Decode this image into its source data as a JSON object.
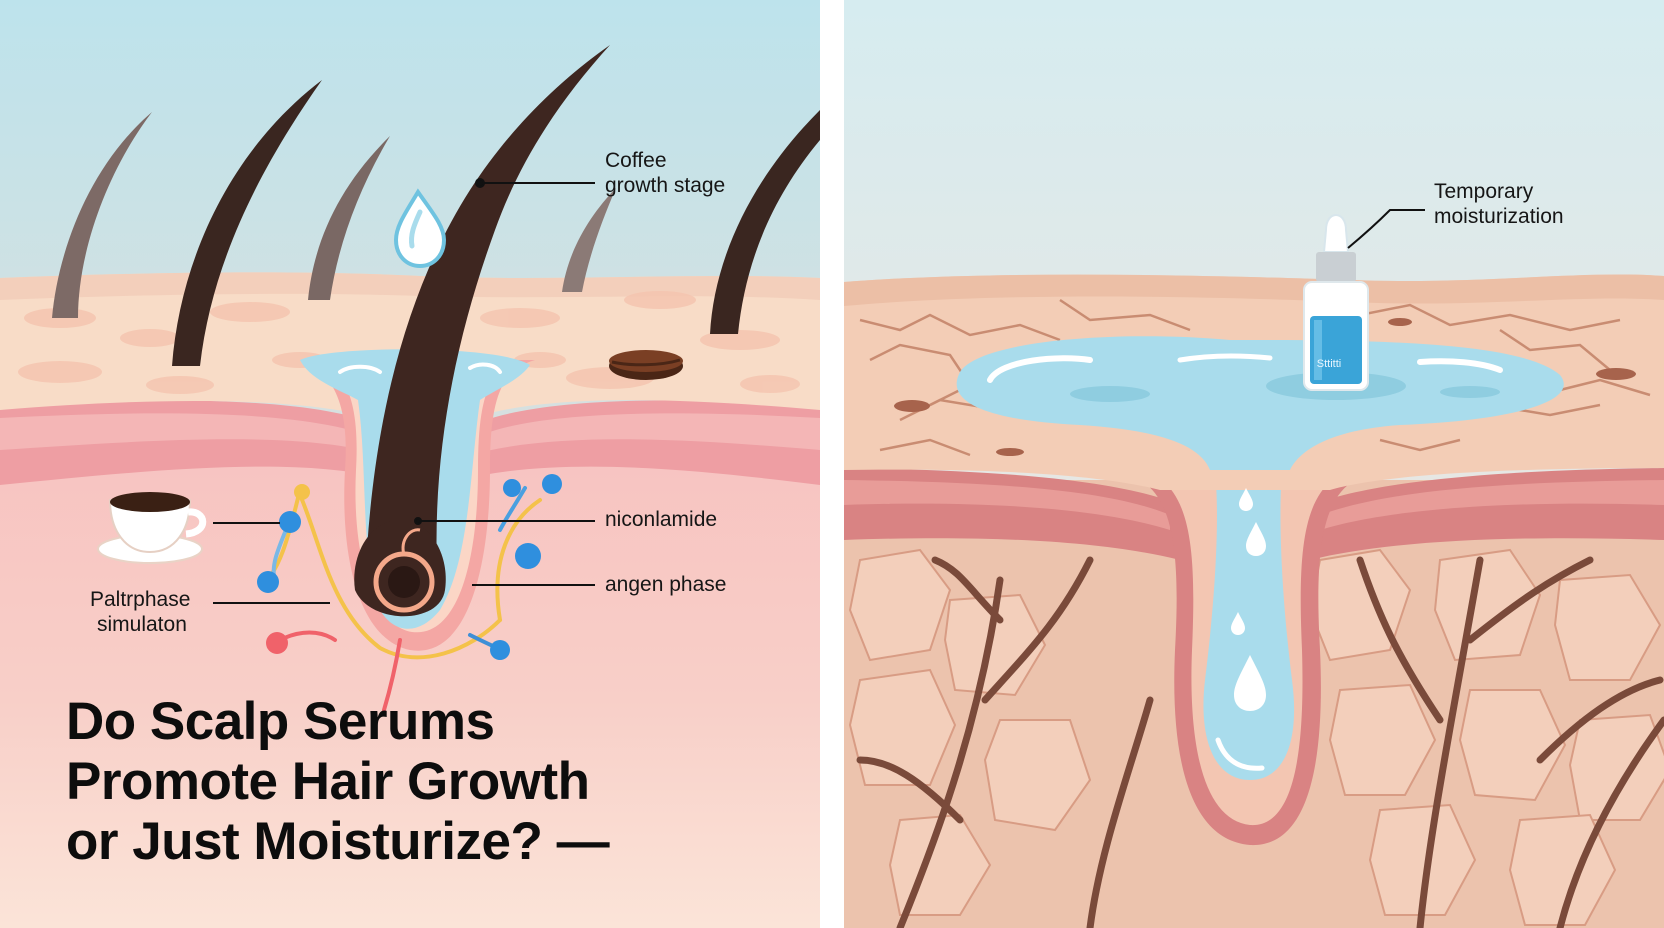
{
  "colors": {
    "sky_top": "#bfe3ec",
    "sky_bottom": "#f4dcd0",
    "skin_surface": "#f6d9c4",
    "dermis_pink": "#f2aeb0",
    "hair": "#3e2620",
    "serum_blue": "#a9dceb",
    "cracked_skin": "#e8b9a0",
    "blood_vessel": "#7a4a3a"
  },
  "icons": {
    "coffee_cup": "coffee-cup-icon",
    "coffee_bean": "coffee-bean-icon",
    "water_drop": "water-drop-icon",
    "serum_bottle": "serum-bottle-icon"
  },
  "left_panel": {
    "labels": {
      "coffee": "Coffee",
      "growth_stage": "growth stage",
      "niacinamide": "niconlamide",
      "anagen": "angen phase",
      "stim_line1": "Paltrphase",
      "stim_line2": "simulaton"
    },
    "headline": {
      "line1": "Do Scalp Serums",
      "line2": "Promote Hair Growth",
      "line3": "or Just Moisturize? —"
    }
  },
  "right_panel": {
    "labels": {
      "temp_line1": "Temporary",
      "temp_line2": "moisturization"
    },
    "bottle_label": "Sttitti"
  }
}
